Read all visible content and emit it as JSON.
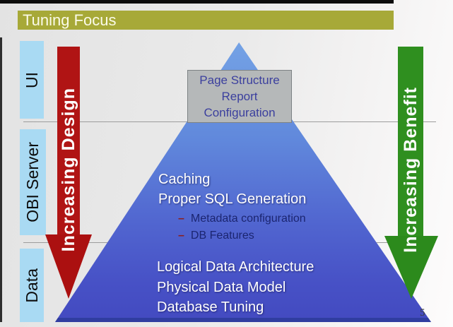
{
  "slide": {
    "title": "Tuning Focus",
    "page_number": "5"
  },
  "layers": [
    {
      "label": "UI"
    },
    {
      "label": "OBI Server"
    },
    {
      "label": "Data"
    }
  ],
  "arrows": {
    "design": {
      "label": "Increasing Design"
    },
    "benefit": {
      "label": "Increasing Benefit"
    }
  },
  "callout": {
    "lines": [
      "Page Structure",
      "Report",
      "Configuration"
    ]
  },
  "pyramid": {
    "middle": [
      "Caching",
      "Proper SQL Generation"
    ],
    "bullets": [
      {
        "dash": "–",
        "label": "Metadata configuration"
      },
      {
        "dash": "–",
        "label": "DB Features"
      }
    ],
    "bottom": [
      "Logical Data Architecture",
      "Physical Data Model",
      "Database Tuning"
    ]
  },
  "colors": {
    "title_bar": "#a7a938",
    "layer_box": "#a9daf3",
    "design_arrow": "#b01414",
    "benefit_arrow": "#2f8f1f",
    "pyramid_top": "#74a2e5",
    "pyramid_bottom": "#434ac0",
    "callout_bg": "#b5b8b9",
    "callout_text": "#3b3f9e"
  }
}
